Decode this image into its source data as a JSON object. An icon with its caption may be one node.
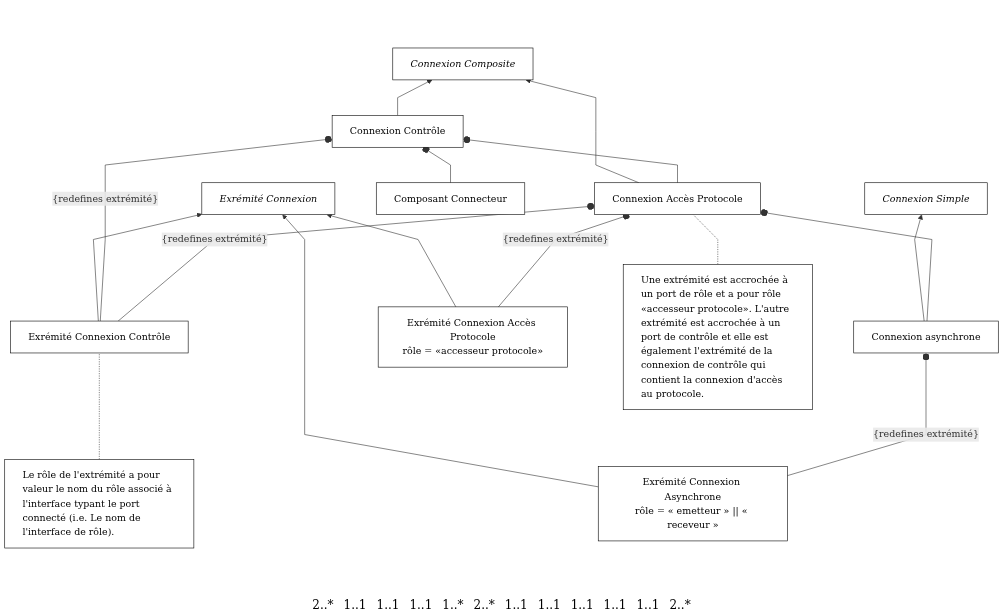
{
  "diagram": {
    "nodes": [
      {
        "text": [
          "Exrémité Connexion"
        ]
      },
      {
        "text": [
          "Le rôle de l'extrémité a pour valeur le nom du rôle associé à l'interface typant le port connecté (i.e. Le nom de l'interface de rôle)."
        ]
      },
      {
        "text": [
          "Connexion Simple"
        ]
      },
      {
        "text": [
          "Connexion Composite"
        ]
      },
      {
        "text": [
          "Exrémité Connexion Contrôle"
        ]
      },
      {
        "text": [
          "Composant Connecteur"
        ]
      },
      {
        "text": [
          "Connexion asynchrone"
        ]
      },
      {
        "text": [
          "Connexion Accès Protocole"
        ]
      },
      {
        "text": [
          "Connexion Contrôle"
        ]
      },
      {
        "text": [
          "Exrémité Connexion Accès Protocole",
          "rôle = «accesseur protocole»"
        ]
      },
      {
        "text": [
          "Une extrémité est accrochée à un port de rôle et a pour rôle «accesseur protocole». L'autre extrémité est accrochée à un port de contrôle et elle est également l'extrémité de la connexion de contrôle qui contient la connexion d'accès au protocole."
        ]
      },
      {
        "text": [
          "Exrémité Connexion Asynchrone",
          "rôle = « emetteur » || « receveur »"
        ]
      }
    ],
    "edges": [
      {
        "from": 4,
        "to": 0,
        "arrow": "to"
      },
      {
        "from": 9,
        "to": 0,
        "arrow": "to"
      },
      {
        "from": 11,
        "to": 0,
        "arrow": "to"
      },
      {
        "from": 6,
        "to": 2,
        "arrow": "to"
      },
      {
        "from": 7,
        "to": 3,
        "arrow": "to"
      },
      {
        "from": 8,
        "to": 3,
        "arrow": "to"
      },
      {
        "from": 1,
        "to": 4,
        "arrow": "none",
        "style": "dashed"
      },
      {
        "from": 4,
        "to": 8,
        "arrow": "other",
        "label": "{redefines extrémité}"
      },
      {
        "from": 5,
        "to": 8,
        "arrow": "other"
      },
      {
        "from": 7,
        "to": 8,
        "arrow": "other"
      },
      {
        "from": 6,
        "to": 7,
        "arrow": "other"
      },
      {
        "from": 9,
        "to": 7,
        "arrow": "other",
        "label": "{redefines extrémité}"
      },
      {
        "from": 4,
        "to": 7,
        "arrow": "other",
        "label": "{redefines extrémité}"
      },
      {
        "from": 11,
        "to": 6,
        "arrow": "other",
        "label": "{redefines extrémité}"
      },
      {
        "from": 10,
        "to": 7,
        "arrow": "none",
        "style": "dashed"
      }
    ],
    "labels": [
      "2..*",
      "1..1",
      "1..1",
      "1..1",
      "1..*",
      "2..*",
      "1..1",
      "1..1",
      "1..1",
      "1..1",
      "1..1",
      "2..*"
    ]
  }
}
